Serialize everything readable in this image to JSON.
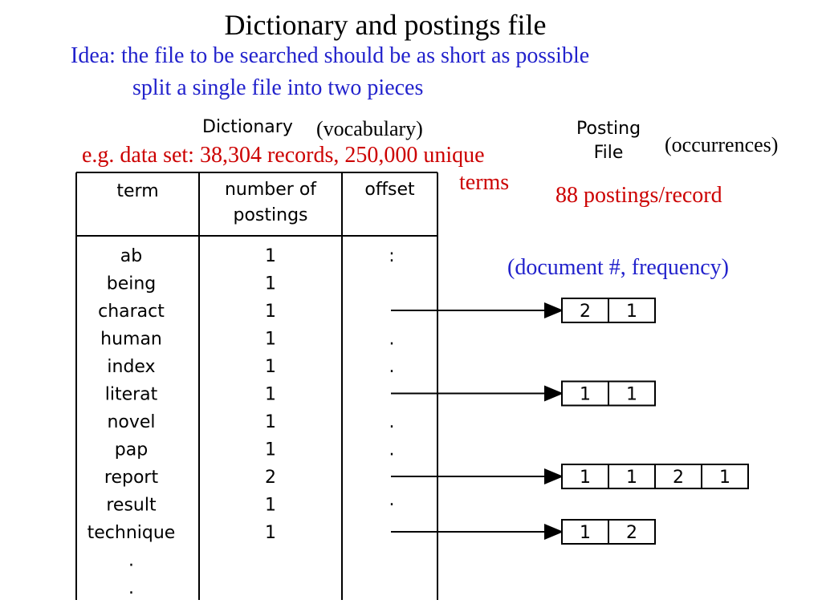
{
  "title": "Dictionary and postings file",
  "idea": {
    "text": "Idea: the file to be searched should be as short as possible",
    "color": "#2222cc"
  },
  "split": {
    "text": "split a single file into two pieces",
    "color": "#2222cc"
  },
  "dictionary": {
    "heading": "Dictionary",
    "vocab_note": "(vocabulary)",
    "columns": [
      "term",
      "number of",
      "postings",
      "offset"
    ],
    "rows": [
      {
        "term": "ab",
        "count": "1",
        "offset": ":"
      },
      {
        "term": "being",
        "count": "1",
        "offset": ""
      },
      {
        "term": "charact",
        "count": "1",
        "offset": ""
      },
      {
        "term": "human",
        "count": "1",
        "offset": "."
      },
      {
        "term": "index",
        "count": "1",
        "offset": "."
      },
      {
        "term": "literat",
        "count": "1",
        "offset": ""
      },
      {
        "term": "novel",
        "count": "1",
        "offset": "."
      },
      {
        "term": "pap",
        "count": "1",
        "offset": "."
      },
      {
        "term": "report",
        "count": "2",
        "offset": ""
      },
      {
        "term": "result",
        "count": "1",
        "offset": "·"
      },
      {
        "term": "technique",
        "count": "1",
        "offset": ""
      },
      {
        "term": ".",
        "count": "",
        "offset": ""
      },
      {
        "term": ".",
        "count": "",
        "offset": ""
      }
    ]
  },
  "dataset": {
    "line1": "e.g. data set: 38,304 records, 250,000 unique",
    "line2": "terms",
    "color": "#cc0000"
  },
  "posting_file": {
    "heading_line1": "Posting",
    "heading_line2": "File",
    "occurrences_note": "(occurrences)",
    "postings_per_record": "88 postings/record",
    "postings_color": "#cc0000",
    "doc_freq_note": "(document #, frequency)",
    "doc_freq_color": "#2222cc",
    "lists": [
      {
        "term": "charact",
        "cells": [
          "2",
          "1"
        ]
      },
      {
        "term": "literat",
        "cells": [
          "1",
          "1"
        ]
      },
      {
        "term": "report",
        "cells": [
          "1",
          "1",
          "2",
          "1"
        ]
      },
      {
        "term": "technique",
        "cells": [
          "1",
          "2"
        ]
      }
    ]
  }
}
